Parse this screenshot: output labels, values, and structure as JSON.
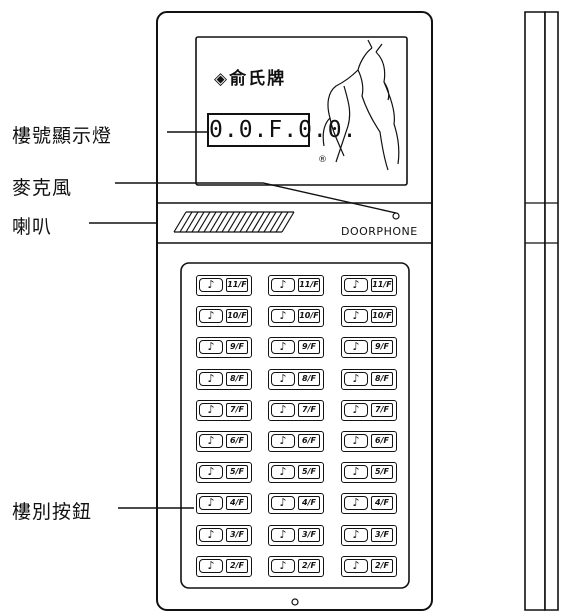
{
  "labels": {
    "display": "樓號顯示燈",
    "microphone": "麥克風",
    "speaker": "喇叭",
    "buttons": "樓別按鈕"
  },
  "device": {
    "brand_text": "◈俞氏牌",
    "display_text": "0.0.F.0.0.",
    "doorphone_text": "DOORPHONE",
    "registered_mark": "®",
    "button_icon": "♪",
    "button_columns": 3,
    "floors": [
      "11/F",
      "10/F",
      "9/F",
      "8/F",
      "7/F",
      "6/F",
      "5/F",
      "4/F",
      "3/F",
      "2/F"
    ]
  }
}
